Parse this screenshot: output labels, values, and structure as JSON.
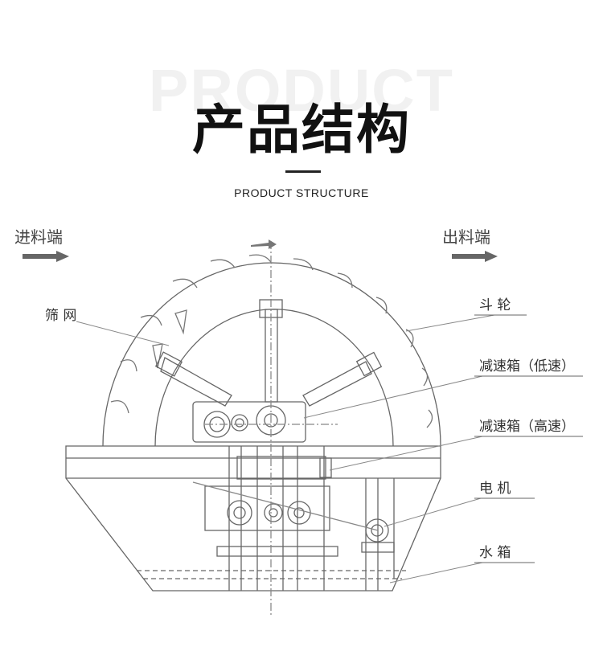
{
  "header": {
    "watermark": "PRODUCT",
    "title": "产品结构",
    "subtitle": "PRODUCT STRUCTURE"
  },
  "diagram": {
    "inlet": "进料端",
    "outlet": "出料端",
    "labels": {
      "screen": "筛 网",
      "bucket_wheel": "斗 轮",
      "reducer_low": "减速箱（低速）",
      "reducer_high": "减速箱（高速）",
      "motor": "电 机",
      "water_tank": "水 箱"
    }
  },
  "colors": {
    "line": "#666666",
    "text": "#111111"
  }
}
